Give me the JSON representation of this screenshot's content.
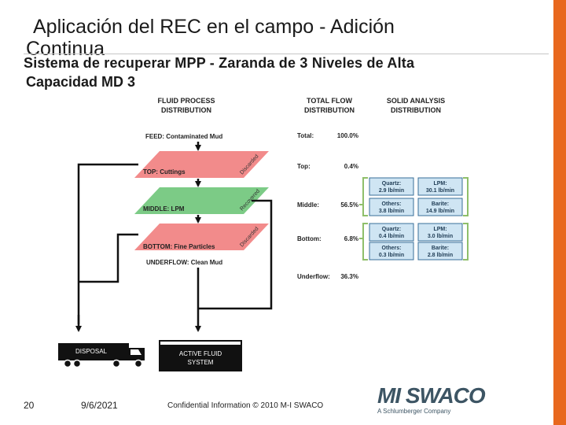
{
  "slide": {
    "title_line1": "Aplicación del REC en el campo - Adición",
    "title_line2": "Continua",
    "subtitle_line1": "Sistema de recuperar MPP - Zaranda de 3 Niveles de Alta",
    "subtitle_line2": "Capacidad MD 3",
    "accent_color": "#e8681e"
  },
  "diagram": {
    "col_headers": {
      "fluid_process": [
        "FLUID PROCESS",
        "DISTRIBUTION"
      ],
      "total_flow": [
        "TOTAL FLOW",
        "DISTRIBUTION"
      ],
      "solid_analysis": [
        "SOLID ANALYSIS",
        "DISTRIBUTION"
      ]
    },
    "feed_label": "FEED: Contaminated Mud",
    "decks": [
      {
        "label": "TOP: Cuttings",
        "side": "Discarded",
        "color": "#f08a8a"
      },
      {
        "label": "MIDDLE: LPM",
        "side": "Recovered",
        "color": "#7dc98a"
      },
      {
        "label": "BOTTOM: Fine Particles",
        "side": "Discarded",
        "color": "#f08a8a"
      }
    ],
    "underflow_label": "UNDERFLOW: Clean Mud",
    "flows": [
      {
        "name": "Total:",
        "value": "100.0%"
      },
      {
        "name": "Top:",
        "value": "0.4%"
      },
      {
        "name": "Middle:",
        "value": "56.5%"
      },
      {
        "name": "Bottom:",
        "value": "6.8%"
      },
      {
        "name": "Underflow:",
        "value": "36.3%"
      }
    ],
    "solids": {
      "middle": [
        {
          "label": "Quartz:",
          "value": "2.9 lb/min"
        },
        {
          "label": "LPM:",
          "value": "30.1 lb/min"
        },
        {
          "label": "Others:",
          "value": "3.8 lb/min"
        },
        {
          "label": "Barite:",
          "value": "14.9 lb/min"
        }
      ],
      "bottom": [
        {
          "label": "Quartz:",
          "value": "0.4 lb/min"
        },
        {
          "label": "LPM:",
          "value": "3.0 lb/min"
        },
        {
          "label": "Others:",
          "value": "0.3 lb/min"
        },
        {
          "label": "Barite:",
          "value": "2.8 lb/min"
        }
      ]
    },
    "disposal_label": "DISPOSAL",
    "active_system": [
      "ACTIVE FLUID",
      "SYSTEM"
    ]
  },
  "footer": {
    "page_number": "20",
    "date": "9/6/2021",
    "confidential": "Confidential Information © 2010 M-I SWACO",
    "logo_text": "MI SWACO",
    "logo_tagline": "A Schlumberger Company"
  }
}
